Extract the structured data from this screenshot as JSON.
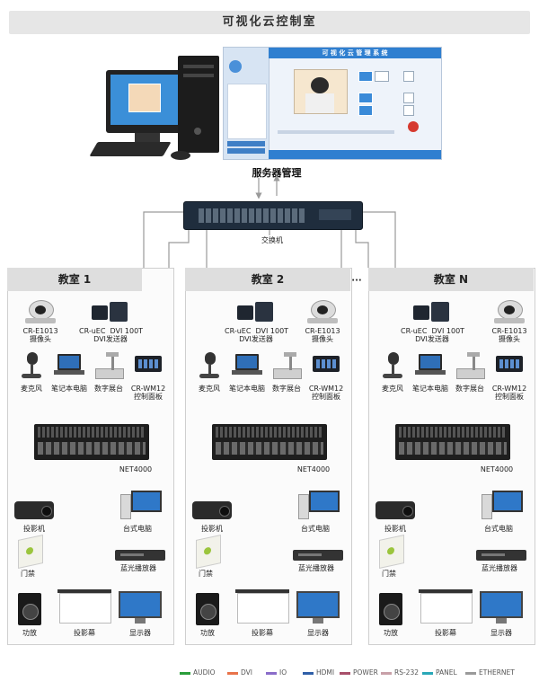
{
  "title": "可视化云控制室",
  "server": {
    "label": "服务器管理",
    "app_title": "可 视 化 云 管 理 系 统"
  },
  "switch": {
    "label": "交换机"
  },
  "ellipsis": "···",
  "rooms": [
    {
      "name": "教室 1",
      "camera": "CR-E1013\n摄像头",
      "sender": "CR-uEC  DVI 100T\nDVI发送器",
      "mic": "麦克风",
      "laptop": "笔记本电脑",
      "visualizer": "数字展台",
      "panel": "CR-WM12\n控制面板",
      "hub": "NET4000",
      "projector": "投影机",
      "desktop": "台式电脑",
      "door": "门禁",
      "bluray": "蓝光播放器",
      "amp": "功放",
      "screen": "投影幕",
      "monitor": "显示器"
    },
    {
      "name": "教室 2",
      "camera": "CR-E1013\n摄像头",
      "sender": "CR-uEC  DVI 100T\nDVI发送器",
      "mic": "麦克风",
      "laptop": "笔记本电脑",
      "visualizer": "数字展台",
      "panel": "CR-WM12\n控制面板",
      "hub": "NET4000",
      "projector": "投影机",
      "desktop": "台式电脑",
      "door": "门禁",
      "bluray": "蓝光播放器",
      "amp": "功放",
      "screen": "投影幕",
      "monitor": "显示器"
    },
    {
      "name": "教室 N",
      "camera": "CR-E1013\n摄像头",
      "sender": "CR-uEC  DVI 100T\nDVI发送器",
      "mic": "麦克风",
      "laptop": "笔记本电脑",
      "visualizer": "数字展台",
      "panel": "CR-WM12\n控制面板",
      "hub": "NET4000",
      "projector": "投影机",
      "desktop": "台式电脑",
      "door": "门禁",
      "bluray": "蓝光播放器",
      "amp": "功放",
      "screen": "投影幕",
      "monitor": "显示器"
    }
  ],
  "legend": [
    {
      "label": "AUDIO",
      "color": "#2a9d3a"
    },
    {
      "label": "DVI",
      "color": "#e8734a"
    },
    {
      "label": "IO",
      "color": "#8a6cc9"
    },
    {
      "label": "HDMI",
      "color": "#2f5fa8"
    },
    {
      "label": "POWER",
      "color": "#a84f6a"
    },
    {
      "label": "RS-232",
      "color": "#c8a0a8"
    },
    {
      "label": "PANEL",
      "color": "#29a8b8"
    },
    {
      "label": "ETHERNET",
      "color": "#9a9a9a"
    }
  ]
}
